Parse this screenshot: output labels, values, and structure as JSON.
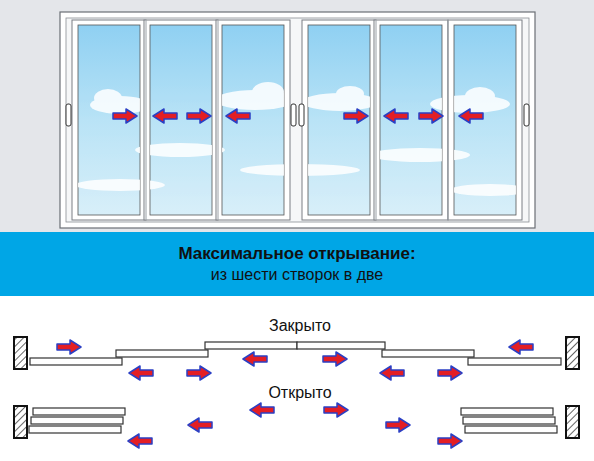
{
  "diagram": {
    "nodes": [
      {
        "text": [
          "Максимальное открывание:",
          "из шести створок в две"
        ]
      }
    ],
    "labels": [
      "Закрыто",
      "Открыто"
    ]
  }
}
